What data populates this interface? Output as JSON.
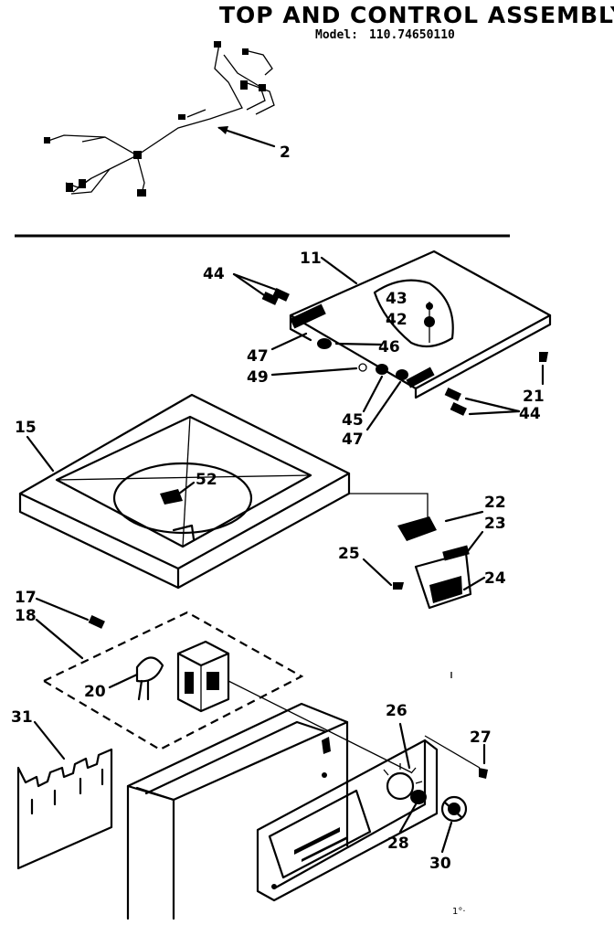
{
  "header": {
    "title": "TOP AND CONTROL ASSEMBLY",
    "model_label": "Model:",
    "model_number": "110.74650110"
  },
  "parts": {
    "p2": "2",
    "p11": "11",
    "p44a": "44",
    "p43": "43",
    "p42": "42",
    "p47a": "47",
    "p46": "46",
    "p49": "49",
    "p45": "45",
    "p47b": "47",
    "p21": "21",
    "p44b": "44",
    "p15": "15",
    "p52": "52",
    "p22": "22",
    "p23": "23",
    "p25": "25",
    "p24": "24",
    "p17": "17",
    "p18": "18",
    "p20": "20",
    "p31": "31",
    "p26": "26",
    "p27": "27",
    "p28": "28",
    "p30": "30"
  },
  "footer": {
    "page_mark": "1°·"
  }
}
